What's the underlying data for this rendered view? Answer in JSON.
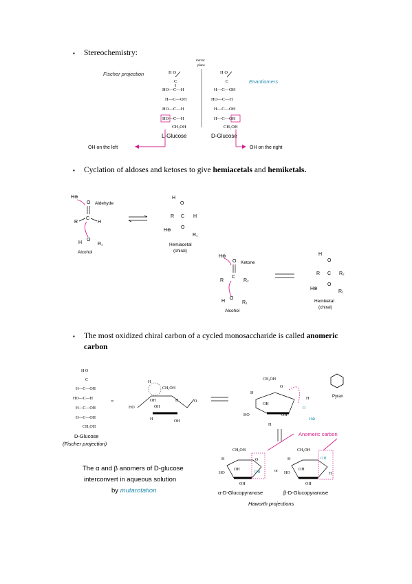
{
  "bullets": {
    "stereo": {
      "text": "Stereochemistry:"
    },
    "cyclation": {
      "prefix": "Cyclation of aldoses and ketoses to give ",
      "term1": "hemiacetals",
      "mid": " and ",
      "term2": "hemiketals."
    },
    "anomeric": {
      "line1_prefix": "The most oxidized chiral carbon of a cycled monosaccharide is called ",
      "line1_term": "anomeric",
      "line2_term": "carbon"
    }
  },
  "fig1": {
    "fischer_projection": "Fischer projection",
    "mirror_plane_1": "mirror",
    "mirror_plane_2": "plane",
    "enantiomers": "Enantiomers",
    "l_glucose": "L-Glucose",
    "d_glucose": "D-Glucose",
    "oh_left": "OH on the left",
    "oh_right": "OH on the right",
    "l_rows": [
      "HO—C—H",
      "H—C—OH",
      "HO—C—H",
      "HO—C—H"
    ],
    "d_rows": [
      "H—C—OH",
      "HO—C—H",
      "H—C—OH",
      "H—C—OH"
    ],
    "aldehyde_top": "H   O",
    "c_label": "C",
    "ch2oh": "CH₂OH"
  },
  "fig2": {
    "aldehyde": "Aldehyde",
    "alcohol": "Alcohol",
    "hemiacetal": "Hemiacetal",
    "chiral": "(chiral)",
    "ketone": "Ketone",
    "alcohol2": "Alcohol",
    "hemiketal": "Hemiketal",
    "chiral2": "(chiral)",
    "h_plus": "H⊕",
    "r": "R",
    "r1": "R₁",
    "r2": "R₂",
    "h": "H",
    "o": "O",
    "c": "C"
  },
  "fig3": {
    "d_glucose": "D-Glucose",
    "fischer_projection": "(Fischer projection)",
    "pyran": "Pyran",
    "anomeric_carbon": "Anomeric carbon",
    "caption_line1": "The α and β anomers of D-glucose",
    "caption_line2": "interconvert in aqueous solution",
    "caption_by": "by ",
    "caption_mutarotation": "mutarotation",
    "alpha": "α-D-Glucopyranose",
    "or": "or",
    "beta": "β-D-Glucopyranose",
    "haworth": "Haworth projections",
    "ch2oh": "CH₂OH",
    "oh": "OH",
    "h": "H",
    "ho": "HO",
    "o": "O",
    "h_plus": "H⊕"
  },
  "colors": {
    "magenta": "#d4208c",
    "teal": "#2a8fb0"
  }
}
